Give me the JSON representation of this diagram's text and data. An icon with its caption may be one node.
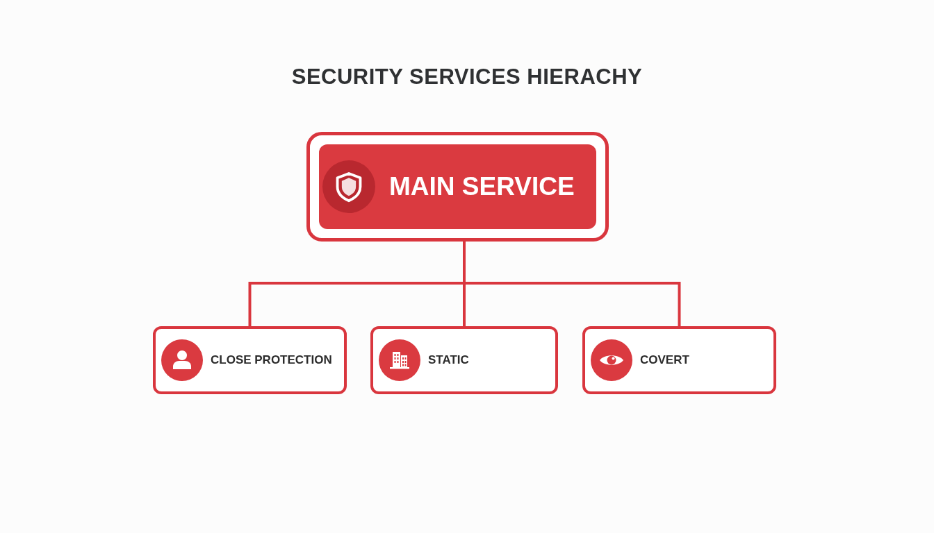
{
  "diagram": {
    "title": "SECURITY SERVICES HIERACHY",
    "nodes": [
      {
        "text": [
          "MAIN SERVICE"
        ]
      },
      {
        "text": [
          "CLOSE PROTECTION"
        ]
      },
      {
        "text": [
          "STATIC"
        ]
      },
      {
        "text": [
          "COVERT"
        ]
      }
    ],
    "edges": [
      {
        "from": 0,
        "to": 1,
        "arrow": "none"
      },
      {
        "from": 0,
        "to": 2,
        "arrow": "none"
      },
      {
        "from": 0,
        "to": 3,
        "arrow": "none"
      }
    ]
  }
}
